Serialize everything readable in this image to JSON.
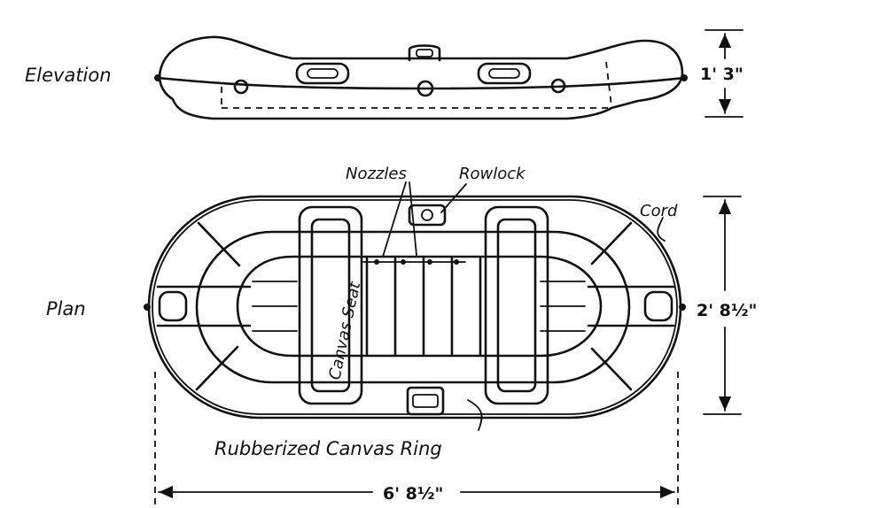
{
  "labels": {
    "elevation": "Elevation",
    "plan": "Plan",
    "nozzles": "Nozzles",
    "rowlock": "Rowlock",
    "cord": "Cord",
    "canvas_seat": "Canvas Seat",
    "ring": "Rubberized Canvas Ring"
  },
  "dimensions": {
    "height": "1' 3\"",
    "width": "2' 8½\"",
    "length": "6' 8½\""
  }
}
